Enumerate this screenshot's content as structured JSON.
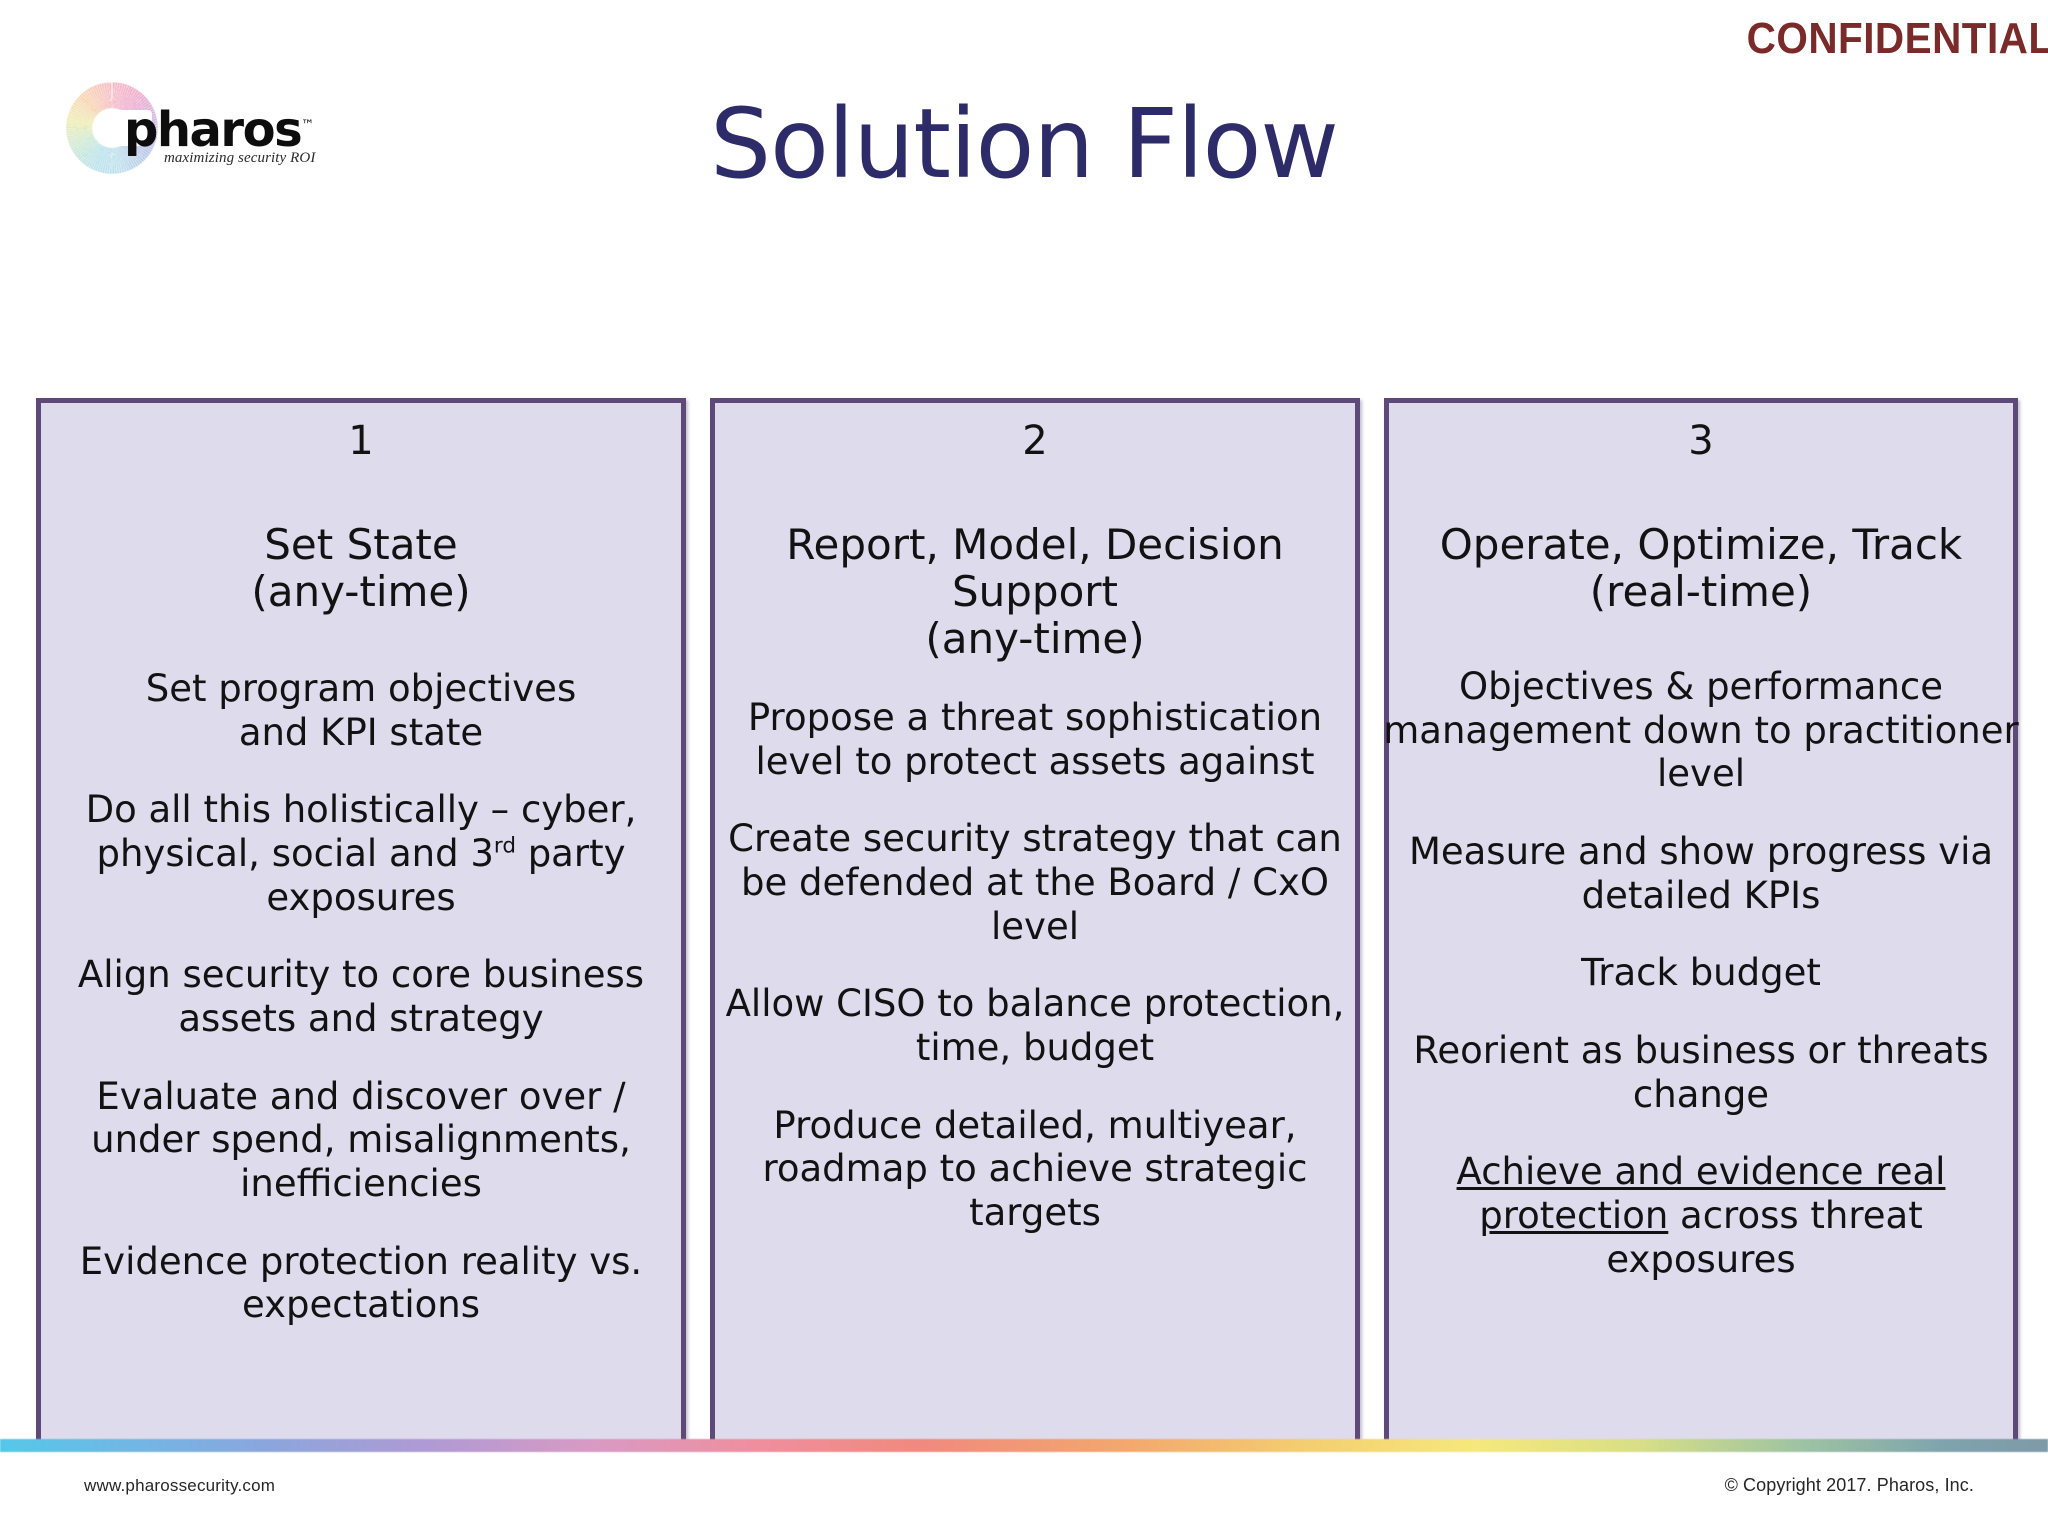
{
  "slide": {
    "confidential_label": "CONFIDENTIAL",
    "title": "Solution Flow",
    "accent_color": "#2E2B69",
    "confidential_color": "#7B2A2A",
    "panel_fill": "#DEDBEC",
    "panel_border": "#5E4A78"
  },
  "logo": {
    "wordmark": "pharos",
    "trademark": "™",
    "tagline": "maximizing security ROI"
  },
  "columns": [
    {
      "number": "1",
      "heading": "Set State\n(any-time)",
      "paragraphs": [
        "Set program objectives\nand KPI state",
        "Do all this holistically – cyber, physical, social and 3RD_SUP party exposures",
        "Align security to core business assets and strategy",
        "Evaluate and discover over / under spend, misalignments, inefficiencies",
        "Evidence protection reality vs. expectations"
      ]
    },
    {
      "number": "2",
      "heading": "Report, Model, Decision Support\n(any-time)",
      "paragraphs": [
        "Propose a threat sophistication level to protect assets against",
        "Create security strategy that can be defended at the Board / CxO level",
        "Allow CISO to balance protection, time, budget",
        "Produce detailed, multiyear, roadmap to achieve strategic targets"
      ]
    },
    {
      "number": "3",
      "heading": "Operate, Optimize, Track\n(real-time)",
      "paragraphs": [
        "Objectives & performance management down to practitioner level",
        "Measure and show progress via detailed KPIs",
        "Track budget",
        "Reorient as business or threats change",
        "UNDERLINE_START Achieve and evidence real protection UNDERLINE_END across threat exposures"
      ]
    }
  ],
  "footer": {
    "url": "www.pharossecurity.com",
    "copyright": "© Copyright 2017. Pharos, Inc."
  }
}
